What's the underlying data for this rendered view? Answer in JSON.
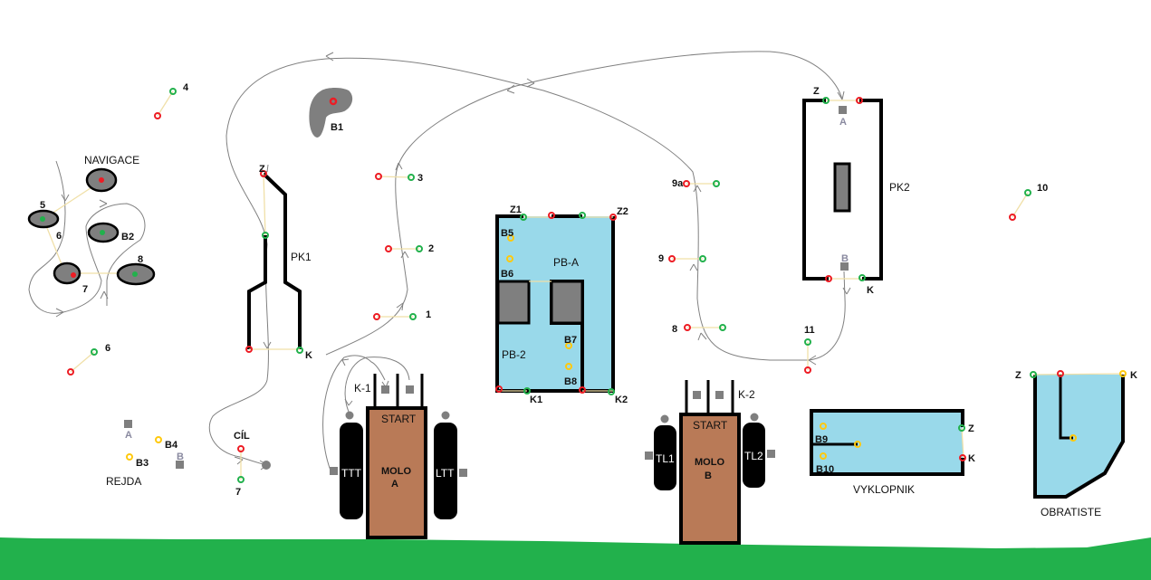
{
  "title": "Course map",
  "colors": {
    "ground": "#22b14c",
    "water_zone": "#99d9ea",
    "pier": "#b97a57",
    "obstacle": "#7f7f7f",
    "gate_start": "#22b14c",
    "gate_end": "#ed1c24",
    "buoy": "#ffc90e",
    "gate_line": "#efe4b0",
    "route": "#808080"
  },
  "labels": {
    "navigace": "NAVIGACE",
    "b2": "B2",
    "nav_5": "5",
    "nav_6": "6",
    "nav_7": "7",
    "nav_8": "8",
    "gate_4": "4",
    "gate_6": "6",
    "rejda": "REJDA",
    "rejda_a": "A",
    "rejda_b": "B",
    "b3": "B3",
    "b4": "B4",
    "cil": "CÍL",
    "gate_7": "7",
    "b1": "B1",
    "pk1": "PK1",
    "pk1_z": "Z",
    "pk1_k": "K",
    "gate_1": "1",
    "gate_2": "2",
    "gate_3": "3",
    "k1": "K-1",
    "start_a": "START",
    "molo_a_1": "MOLO",
    "molo_a_2": "A",
    "ttt": "TTT",
    "ltt": "LTT",
    "z1": "Z1",
    "z2": "Z2",
    "k1b": "K1",
    "k2b": "K2",
    "b5": "B5",
    "b6": "B6",
    "b7": "B7",
    "b8": "B8",
    "pba": "PB-A",
    "pb2": "PB-2",
    "gate_9a": "9a",
    "gate_9": "9",
    "gate_8": "8",
    "gate_11": "11",
    "k2": "K-2",
    "start_b": "START",
    "molo_b_1": "MOLO",
    "molo_b_2": "B",
    "tl1": "TL1",
    "tl2": "TL2",
    "pk2": "PK2",
    "pk2_z": "Z",
    "pk2_k": "K",
    "pk2_a": "A",
    "pk2_b": "B",
    "gate_10": "10",
    "b9": "B9",
    "b10": "B10",
    "vyk_z": "Z",
    "vyk_k": "K",
    "vyklopnik": "VYKLOPNIK",
    "obr_z": "Z",
    "obr_k": "K",
    "obratiste": "OBRATISTE"
  }
}
